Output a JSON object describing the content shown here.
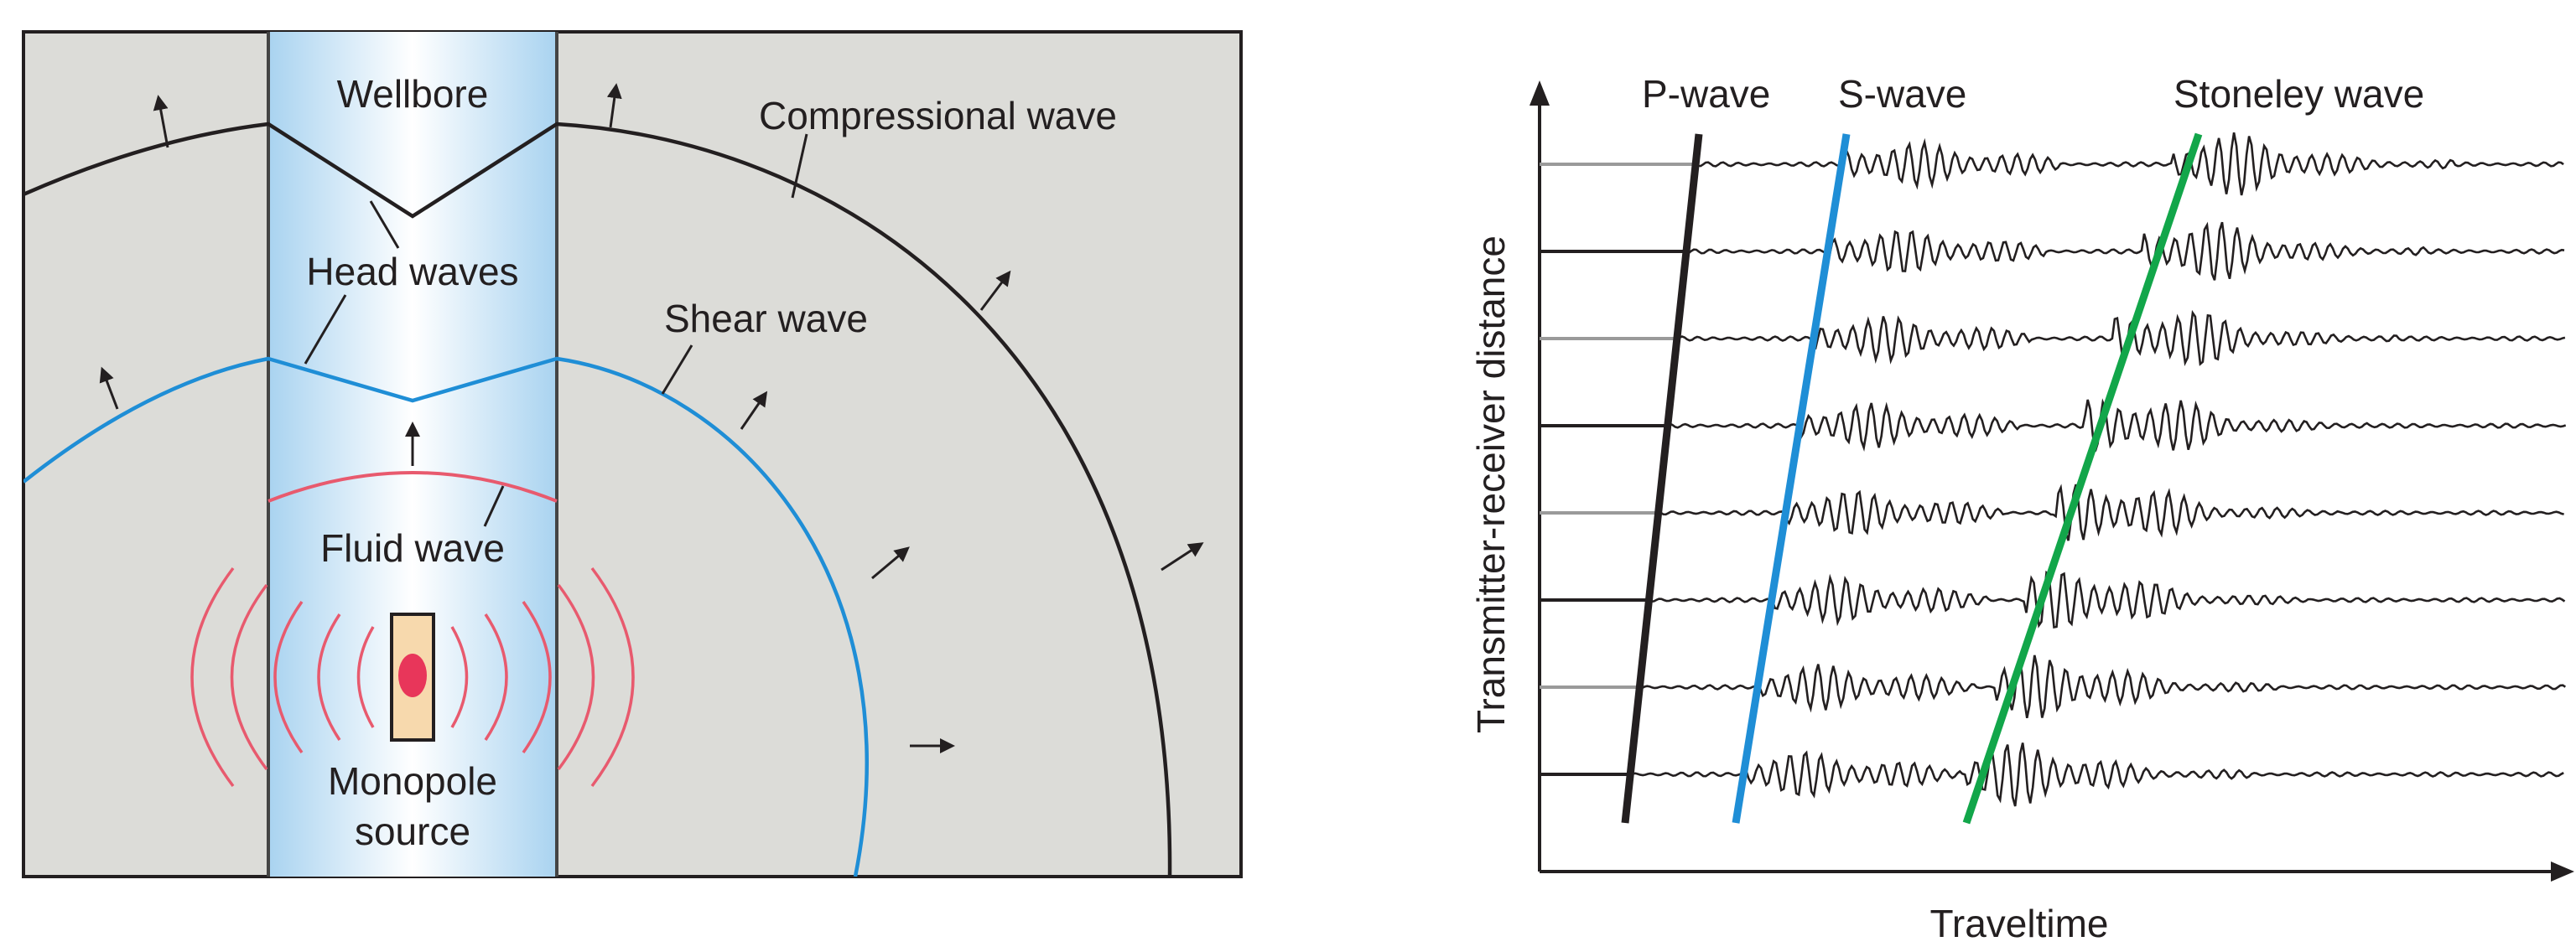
{
  "left_panel": {
    "labels": {
      "wellbore": "Wellbore",
      "head_waves": "Head waves",
      "fluid_wave": "Fluid wave",
      "shear_wave": "Shear wave",
      "compressional_wave": "Compressional wave",
      "monopole_source_line1": "Monopole",
      "monopole_source_line2": "source"
    },
    "colors": {
      "formation": "#dcdcd8",
      "borehole_fluid": "#cfe6f6",
      "compressional": "#231f20",
      "shear": "#1f8ed6",
      "fluid": "#e85a6e",
      "source_body": "#f7d9ad",
      "source_core": "#e8365a"
    }
  },
  "right_panel": {
    "labels": {
      "p_wave": "P-wave",
      "s_wave": "S-wave",
      "stoneley_wave": "Stoneley wave",
      "y_axis": "Transmitter-receiver distance",
      "x_axis": "Traveltime"
    },
    "trace_count": 8,
    "colors": {
      "p_wave": "#231f20",
      "s_wave": "#1f8ed6",
      "stoneley_wave": "#12a64a",
      "trace": "#231f20"
    }
  }
}
